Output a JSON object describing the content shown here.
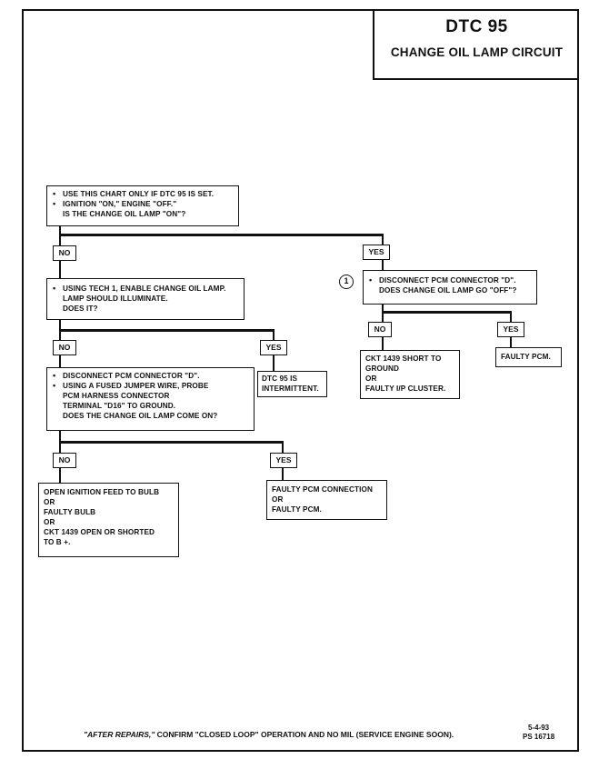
{
  "header": {
    "title": "DTC 95",
    "subtitle": "CHANGE OIL LAMP CIRCUIT"
  },
  "start_box": {
    "bullets": [
      "USE THIS CHART ONLY IF DTC 95 IS SET.",
      "IGNITION \"ON,\" ENGINE \"OFF.\""
    ],
    "question": "IS THE CHANGE OIL LAMP \"ON\"?"
  },
  "labels": {
    "no": "NO",
    "yes": "YES"
  },
  "tech1_box": {
    "bullet": "USING TECH 1, ENABLE CHANGE OIL LAMP.",
    "lines": [
      "LAMP SHOULD ILLUMINATE.",
      "DOES IT?"
    ]
  },
  "intermittent_box": [
    "DTC 95 IS",
    "INTERMITTENT."
  ],
  "jumper_box": {
    "bullets": [
      "DISCONNECT PCM CONNECTOR \"D\".",
      "USING A FUSED JUMPER WIRE, PROBE"
    ],
    "lines": [
      "PCM HARNESS CONNECTOR",
      "TERMINAL \"D16\" TO GROUND.",
      "DOES THE CHANGE OIL LAMP COME ON?"
    ]
  },
  "open_box": [
    "OPEN IGNITION FEED TO BULB",
    "OR",
    "FAULTY BULB",
    "OR",
    "CKT 1439 OPEN OR SHORTED",
    "TO B +."
  ],
  "pcm_conn_box": [
    "FAULTY PCM CONNECTION",
    "OR",
    "FAULTY PCM."
  ],
  "step1": {
    "number": "1",
    "bullet": "DISCONNECT PCM CONNECTOR \"D\".",
    "question": "DOES CHANGE OIL LAMP GO \"OFF\"?"
  },
  "short_box": [
    "CKT 1439 SHORT TO",
    "GROUND",
    "OR",
    "FAULTY I/P CLUSTER."
  ],
  "faulty_pcm_box": [
    "FAULTY PCM."
  ],
  "footer": {
    "note_italic": "\"AFTER REPAIRS,\"",
    "note_rest": " CONFIRM \"CLOSED LOOP\" OPERATION AND NO MIL (SERVICE ENGINE SOON).",
    "date": "5-4-93",
    "code": "PS 16718"
  }
}
